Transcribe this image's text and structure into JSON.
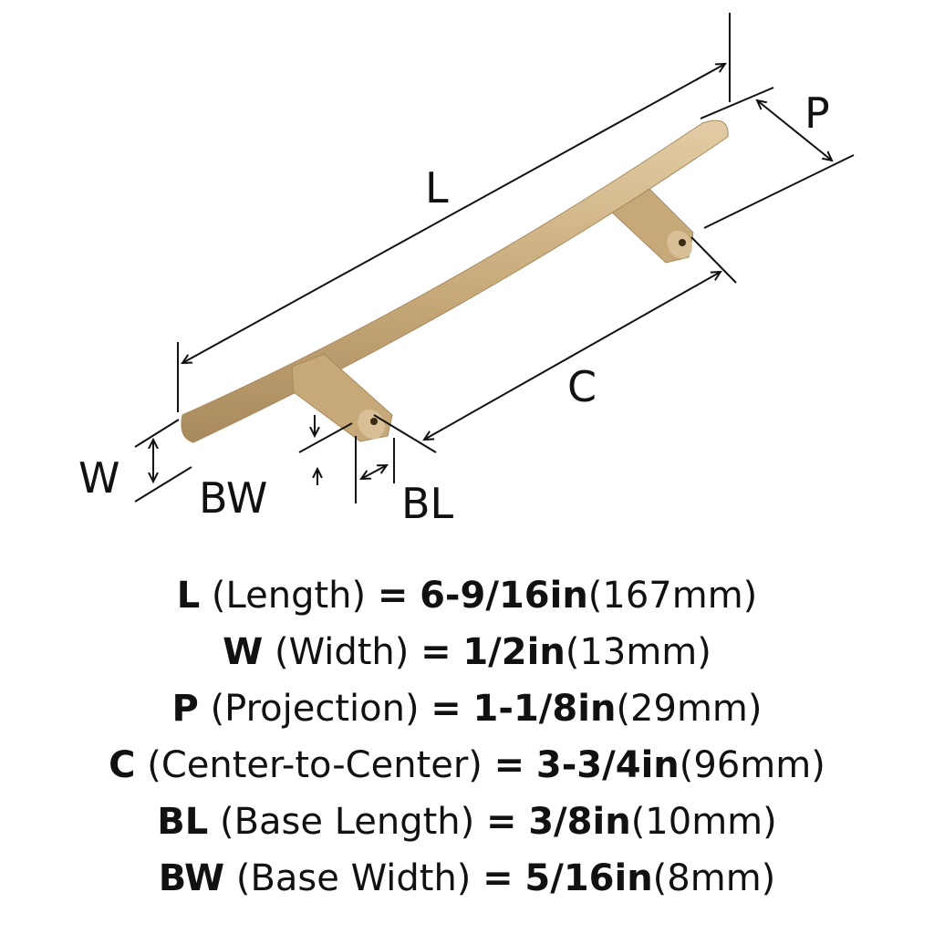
{
  "diagram": {
    "labels": {
      "L": "L",
      "P": "P",
      "C": "C",
      "W": "W",
      "BW": "BW",
      "BL": "BL"
    },
    "colors": {
      "finish": "#c9ab7c",
      "finish_dark": "#a88a5c",
      "finish_light": "#e3cda6",
      "line": "#111111"
    }
  },
  "specs": [
    {
      "key": "L",
      "name": "(Length)",
      "eq": "=",
      "imperial": "6-9/16in",
      "metric": "(167mm)"
    },
    {
      "key": "W",
      "name": "(Width)",
      "eq": "=",
      "imperial": "1/2in",
      "metric": "(13mm)"
    },
    {
      "key": "P",
      "name": "(Projection)",
      "eq": "=",
      "imperial": "1-1/8in",
      "metric": "(29mm)"
    },
    {
      "key": "C",
      "name": "(Center-to-Center)",
      "eq": "=",
      "imperial": "3-3/4in",
      "metric": "(96mm)"
    },
    {
      "key": "BL",
      "name": "(Base Length)",
      "eq": "=",
      "imperial": "3/8in",
      "metric": "(10mm)"
    },
    {
      "key": "BW",
      "name": "(Base Width)",
      "eq": "=",
      "imperial": "5/16in",
      "metric": "(8mm)"
    }
  ]
}
